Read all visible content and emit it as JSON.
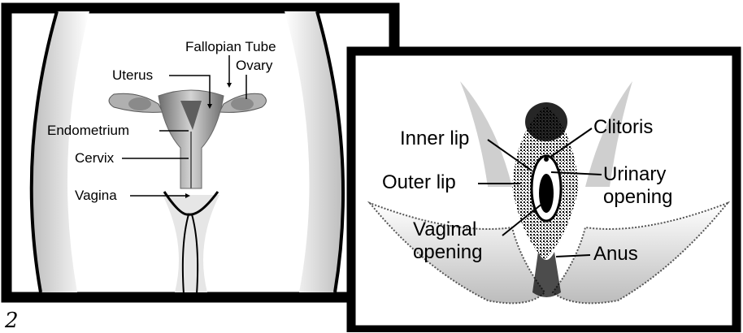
{
  "page_number": "2",
  "internal_panel": {
    "labels": {
      "fallopian_tube": "Fallopian Tube",
      "ovary": "Ovary",
      "uterus": "Uterus",
      "endometrium": "Endometrium",
      "cervix": "Cervix",
      "vagina": "Vagina"
    }
  },
  "external_panel": {
    "labels": {
      "inner_lip": "Inner lip",
      "clitoris": "Clitoris",
      "outer_lip": "Outer lip",
      "urinary_1": "Urinary",
      "urinary_2": "opening",
      "vaginal_1": "Vaginal",
      "vaginal_2": "opening",
      "anus": "Anus"
    }
  },
  "colors": {
    "frame": "#000000",
    "shading": "#d9d9d9",
    "organ": "#9a9a9a"
  }
}
